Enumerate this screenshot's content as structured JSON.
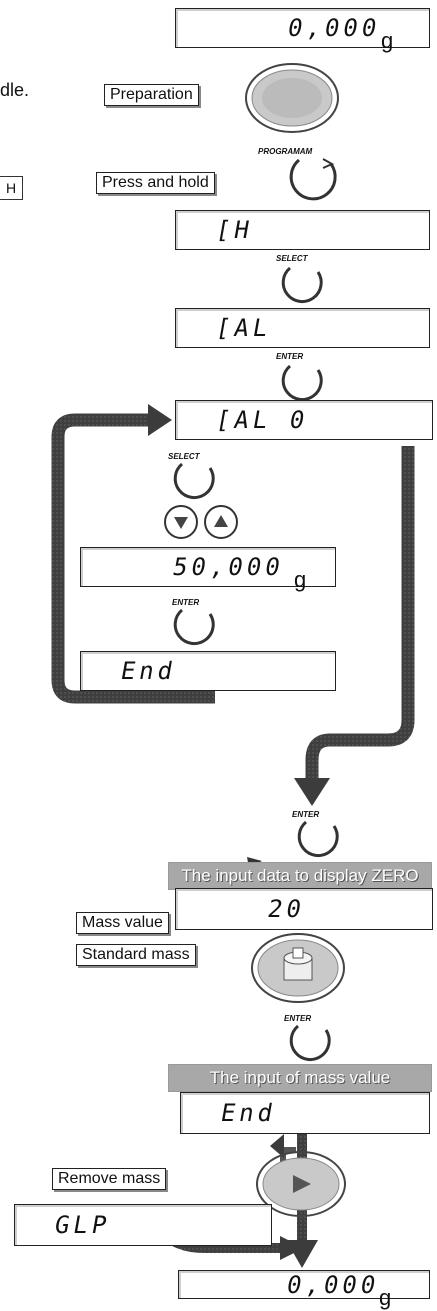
{
  "side_text": {
    "word_end": "dle.",
    "cut_box": "H"
  },
  "displays": {
    "initial": "0,000",
    "initial_unit": "g",
    "ch": "[H",
    "cal": "[AL",
    "cal0": "[AL 0",
    "weight": "50,000",
    "weight_unit": "g",
    "end1": "End",
    "mass_value": "20",
    "end2": "End",
    "glp": "GLP",
    "final": "0,000",
    "final_unit": "g"
  },
  "labels": {
    "preparation": "Preparation",
    "press_hold": "Press and hold",
    "mass_value": "Mass value",
    "standard_mass": "Standard mass",
    "remove_mass": "Remove mass"
  },
  "banners": {
    "zero": "The input data to display ZERO",
    "mass": "The input of mass value"
  },
  "keys": {
    "program": "PROGRAM",
    "program_suffix": "AM",
    "select1": "SELECT",
    "enter1": "ENTER",
    "select2": "SELECT",
    "enter2": "ENTER",
    "enter3": "ENTER",
    "enter4": "ENTER"
  },
  "icons": {
    "pan": "weighing-pan-icon",
    "key": "circular-key-icon",
    "down": "down-arrow-button-icon",
    "up": "up-arrow-button-icon",
    "loop": "loop-arrow-icon"
  },
  "colors": {
    "arrow": "#3c3c3c",
    "banner": "#a8a8a8",
    "pan": "#c9c9c9"
  }
}
